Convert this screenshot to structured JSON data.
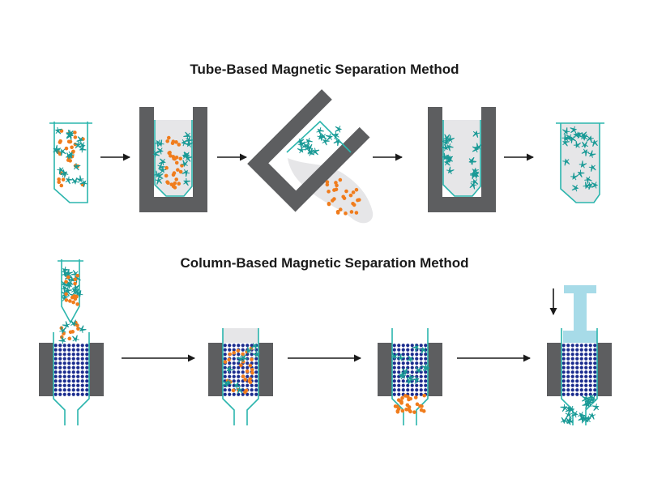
{
  "titles": {
    "tube": "Tube-Based Magnetic Separation Method",
    "column": "Column-Based Magnetic Separation Method"
  },
  "colors": {
    "magnet": "#5d5e60",
    "tube_outline": "#2bb5ad",
    "liquid": "#e6e6e8",
    "cell_teal": "#1a9a96",
    "cell_orange": "#f07c1c",
    "matrix_blue": "#1c2d8f",
    "buffer": "#a7dbe8",
    "arrow": "#1a1a1a"
  },
  "icons": [
    "arrow-right-icon",
    "arrow-down-icon",
    "magnet",
    "tube",
    "column",
    "plunger"
  ]
}
